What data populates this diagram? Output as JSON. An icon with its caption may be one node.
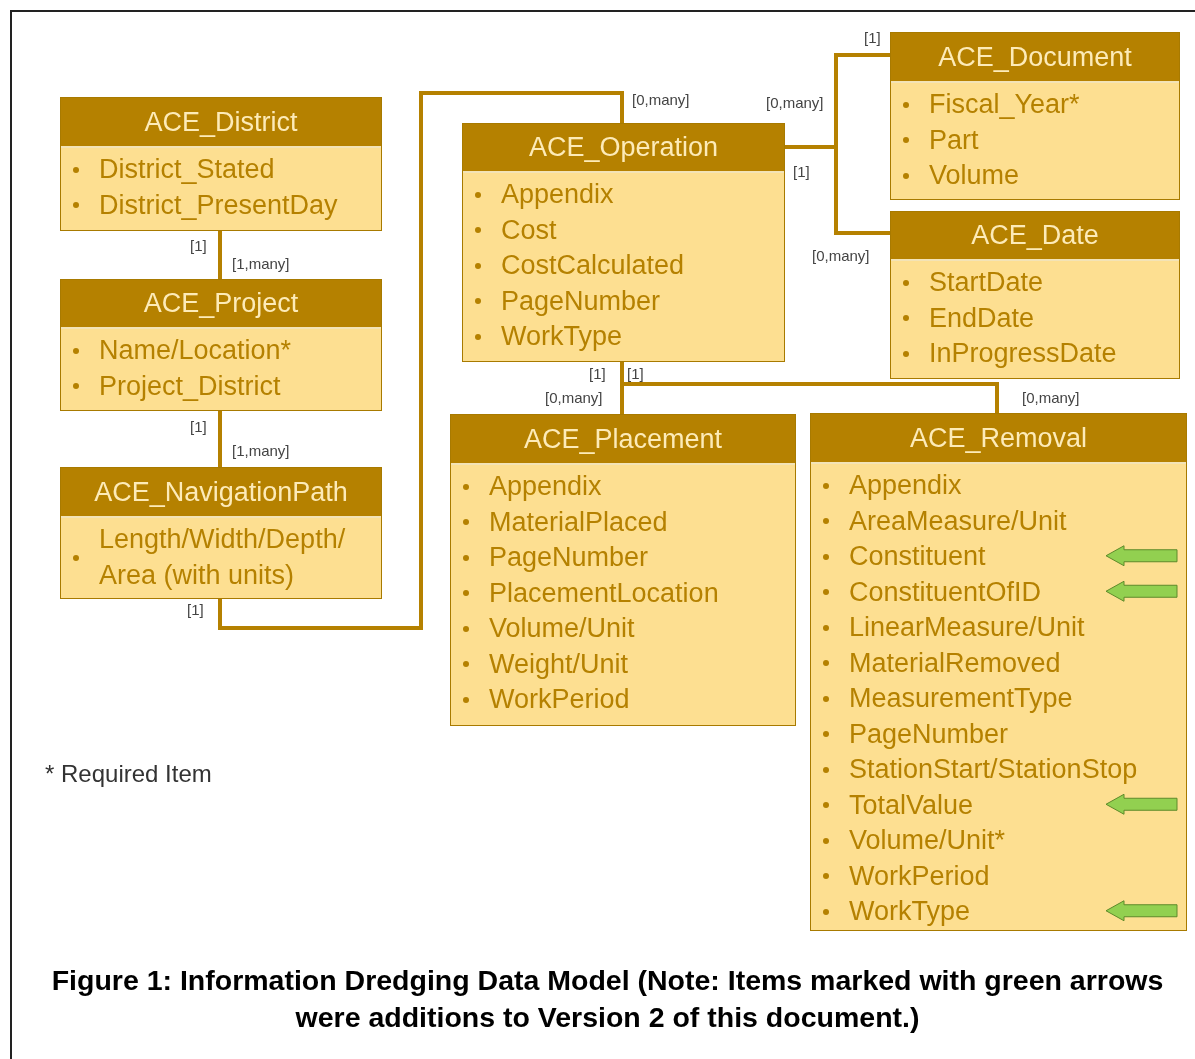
{
  "diagram": {
    "caption": "Figure 1: Information Dredging Data Model (Note: Items marked with green arrows were additions to Version 2 of this document.)",
    "nodes": [
      {
        "text": [
          "ACE_Document",
          "Fiscal_Year*",
          "Part",
          "Volume"
        ]
      },
      {
        "text": [
          "ACE_District",
          "District_Stated",
          "District_PresentDay"
        ]
      },
      {
        "text": [
          "ACE_Operation",
          "Appendix",
          "Cost",
          "CostCalculated",
          "PageNumber",
          "WorkType"
        ]
      },
      {
        "text": [
          "ACE_Date",
          "StartDate",
          "EndDate",
          "InProgressDate"
        ]
      },
      {
        "text": [
          "ACE_Project",
          "Name/Location*",
          "Project_District"
        ]
      },
      {
        "text": [
          "ACE_NavigationPath",
          "Length/Width/Depth/ Area (with units)"
        ]
      },
      {
        "text": [
          "ACE_Placement",
          "Appendix",
          "MaterialPlaced",
          "PageNumber",
          "PlacementLocation",
          "Volume/Unit",
          "Weight/Unit",
          "WorkPeriod"
        ]
      },
      {
        "text": [
          "ACE_Removal",
          "Appendix",
          "AreaMeasure/Unit",
          "Constituent",
          "ConstituentOfID",
          "LinearMeasure/Unit",
          "MaterialRemoved",
          "MeasurementType",
          "PageNumber",
          "StationStart/StationStop",
          "TotalValue",
          "Volume/Unit*",
          "WorkPeriod",
          "WorkType"
        ]
      }
    ],
    "edges": [
      {
        "from": 1,
        "to": 4,
        "arrow": "none"
      },
      {
        "from": 4,
        "to": 5,
        "arrow": "none"
      },
      {
        "from": 5,
        "to": 2,
        "arrow": "none"
      },
      {
        "from": 2,
        "to": 0,
        "arrow": "none"
      },
      {
        "from": 2,
        "to": 3,
        "arrow": "none"
      },
      {
        "from": 2,
        "to": 6,
        "arrow": "none"
      },
      {
        "from": 2,
        "to": 7,
        "arrow": "none"
      }
    ],
    "labels": [
      "[1]",
      "[0,many]",
      "[0,many]",
      "[1]",
      "[1]",
      "[0,many]",
      "[1,many]",
      "[1]",
      "[1]",
      "[0,many]",
      "[0,many]",
      "[1]",
      "[1,many]",
      "[1]",
      "* Required Item"
    ]
  }
}
